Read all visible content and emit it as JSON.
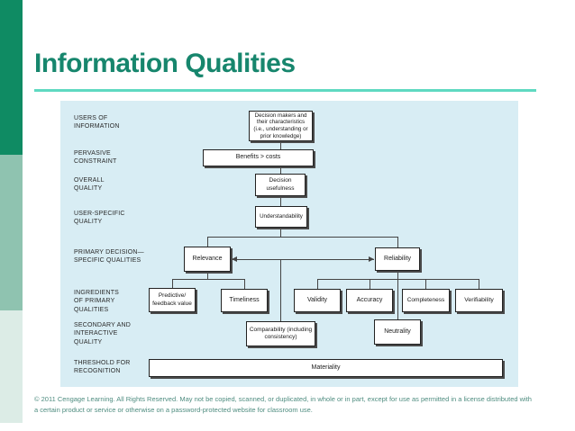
{
  "slide": {
    "title": "Information Qualities",
    "copyright": "© 2011 Cengage Learning. All Rights Reserved. May not be copied, scanned, or duplicated, in whole or in part, except for use as permitted in a license distributed with a certain product or service or otherwise on a password-protected website for classroom use."
  },
  "colors": {
    "accent_dark_green": "#0f8b63",
    "accent_medium_green": "#8fc3b0",
    "accent_pale_green": "#dcece6",
    "title_teal": "#17866d",
    "title_underline": "#5fd9c1",
    "panel_background": "#d8edf4",
    "box_border": "#222222",
    "copyright_text": "#4f8d80"
  },
  "diagram": {
    "row_labels": [
      "USERS OF INFORMATION",
      "PERVASIVE CONSTRAINT",
      "OVERALL QUALITY",
      "USER-SPECIFIC QUALITY",
      "PRIMARY DECISION—SPECIFIC QUALITIES",
      "INGREDIENTS OF PRIMARY QUALITIES",
      "SECONDARY AND INTERACTIVE QUALITY",
      "THRESHOLD FOR RECOGNITION"
    ],
    "boxes": {
      "decision_makers": "Decision makers and their characteristics (i.e., understanding or prior knowledge)",
      "benefits_costs": "Benefits > costs",
      "decision_usefulness": "Decision usefulness",
      "understandability": "Understandability",
      "relevance": "Relevance",
      "reliability": "Reliability",
      "predictive_feedback": "Predictive/ feedback value",
      "timeliness": "Timeliness",
      "validity": "Validity",
      "accuracy": "Accuracy",
      "completeness": "Completeness",
      "verifiability": "Verifiability",
      "comparability": "Comparability (including consistency)",
      "neutrality": "Neutrality",
      "materiality": "Materiality"
    }
  }
}
